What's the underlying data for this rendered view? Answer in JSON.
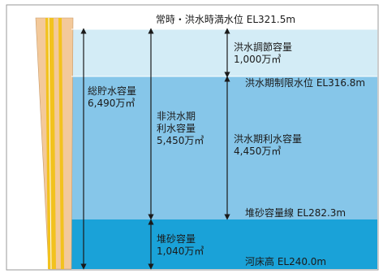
{
  "levels": {
    "flood_full": "常時・洪水時満水位 EL321.5m",
    "flood_limit": "洪水期制限水位 EL316.8m",
    "sediment_line": "堆砂容量線 EL282.3m",
    "riverbed": "河床高 EL240.0m"
  },
  "capacities": {
    "total": {
      "line1": "総貯水容量",
      "line2": "6,490万㎥"
    },
    "flood_control": {
      "line1": "洪水調節容量",
      "line2": "1,000万㎥"
    },
    "non_flood_season": {
      "line1": "非洪水期",
      "line2": "利水容量",
      "line3": "5,450万㎥"
    },
    "flood_season_water_use": {
      "line1": "洪水期利水容量",
      "line2": "4,450万㎥"
    },
    "sediment": {
      "line1": "堆砂容量",
      "line2": "1,040万㎥"
    }
  },
  "colors": {
    "flood_zone": "#d3ecf6",
    "water_use_zone": "#86c6e9",
    "sediment_zone": "#1aa2d8",
    "dam_concrete": "#f3c99a",
    "dam_core": "#f2c21e",
    "arrow": "#1a1a1a"
  }
}
